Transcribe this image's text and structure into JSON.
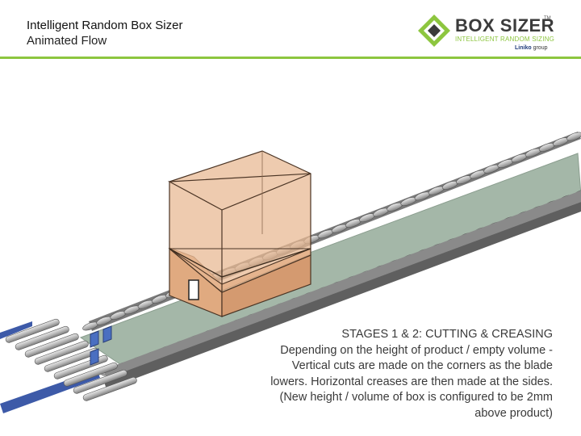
{
  "header": {
    "title": "Intelligent Random Box Sizer",
    "subtitle": "Animated Flow"
  },
  "logo": {
    "wordmark": "BOX SIZER",
    "trademark": "TM",
    "tagline": "INTELLIGENT RANDOM SIZING",
    "group_brand": "Liniko",
    "group_suffix": "group",
    "accent_color": "#8dc63f",
    "icon": "diamond-box-icon"
  },
  "caption": {
    "heading": "STAGES 1 & 2: CUTTING & CREASING",
    "body": "Depending on the height of product / empty volume - Vertical cuts are made on the corners as the blade lowers.  Horizontal creases are then made at the sides.  (New height / volume of box is configured to be 2mm above product)"
  }
}
